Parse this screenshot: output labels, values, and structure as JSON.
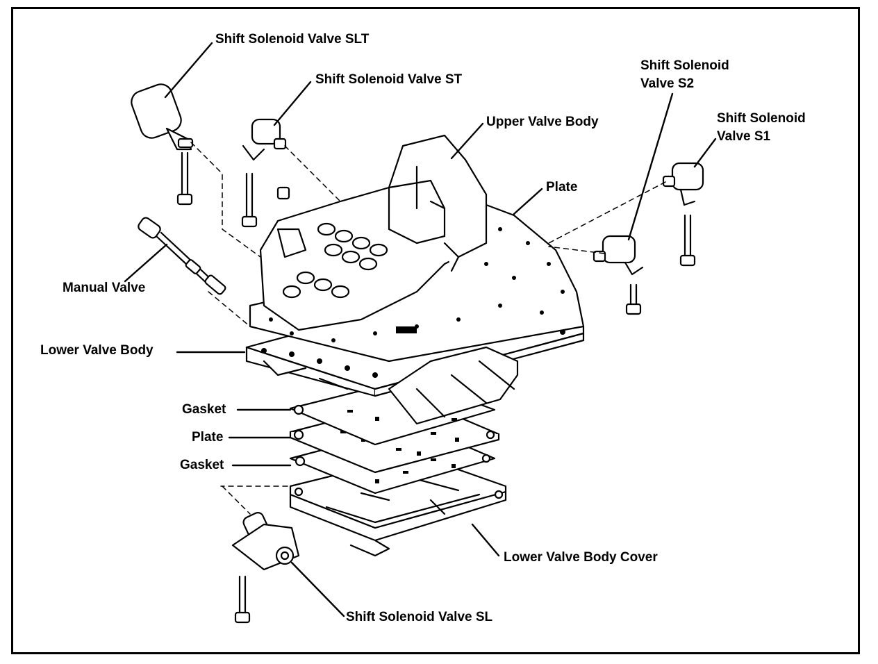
{
  "colors": {
    "ink": "#000000",
    "paper": "#ffffff"
  },
  "labels": {
    "slt": "Shift Solenoid Valve SLT",
    "st": "Shift Solenoid Valve ST",
    "s2_line1": "Shift Solenoid",
    "s2_line2": "Valve S2",
    "s1_line1": "Shift Solenoid",
    "s1_line2": "Valve S1",
    "upper_valve_body": "Upper Valve Body",
    "plate_top": "Plate",
    "manual_valve": "Manual Valve",
    "lower_valve_body": "Lower Valve Body",
    "gasket_top": "Gasket",
    "plate_mid": "Plate",
    "gasket_bottom": "Gasket",
    "lower_valve_body_cover": "Lower Valve Body Cover",
    "sl": "Shift Solenoid Valve SL"
  }
}
